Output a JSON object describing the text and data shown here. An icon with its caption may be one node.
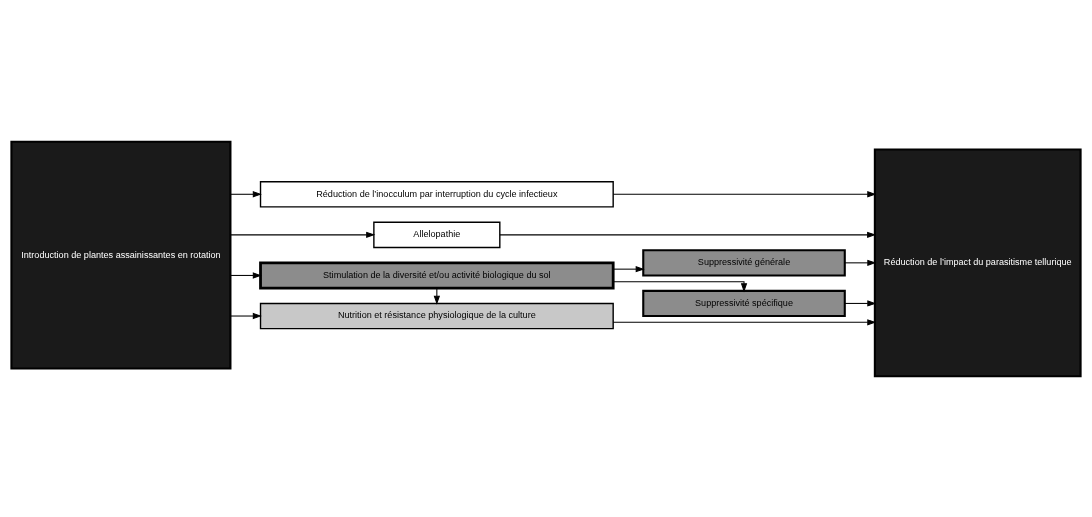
{
  "diagram": {
    "nodes": [
      {
        "text": [
          "Introduction de plantes assainissantes en rotation"
        ]
      },
      {
        "text": [
          "Réduction de l’inocculum par interruption du cycle infectieux"
        ]
      },
      {
        "text": [
          "Allelopathie"
        ]
      },
      {
        "text": [
          "Nutrition et résistance physiologique de la culture"
        ]
      },
      {
        "text": [
          "Suppressivité spécifique"
        ]
      },
      {
        "text": [
          "Suppressivité générale"
        ]
      },
      {
        "text": [
          "Stimulation de la diversité et/ou activité biologique du sol"
        ]
      },
      {
        "text": [
          "Réduction de l’impact du parasitisme tellurique"
        ]
      }
    ],
    "edges": [
      {
        "from": 0,
        "to": 1,
        "arrow": "to"
      },
      {
        "from": 1,
        "to": 7,
        "arrow": "to"
      },
      {
        "from": 0,
        "to": 2,
        "arrow": "to"
      },
      {
        "from": 2,
        "to": 7,
        "arrow": "to"
      },
      {
        "from": 0,
        "to": 3,
        "arrow": "to"
      },
      {
        "from": 3,
        "to": 7,
        "arrow": "to"
      },
      {
        "from": 4,
        "to": 7,
        "arrow": "to"
      },
      {
        "from": 5,
        "to": 7,
        "arrow": "to"
      },
      {
        "from": 0,
        "to": 6,
        "arrow": "to"
      },
      {
        "from": 6,
        "to": 3,
        "arrow": "to"
      },
      {
        "from": 6,
        "to": 4,
        "arrow": "to"
      },
      {
        "from": 6,
        "to": 5,
        "arrow": "to"
      }
    ]
  }
}
